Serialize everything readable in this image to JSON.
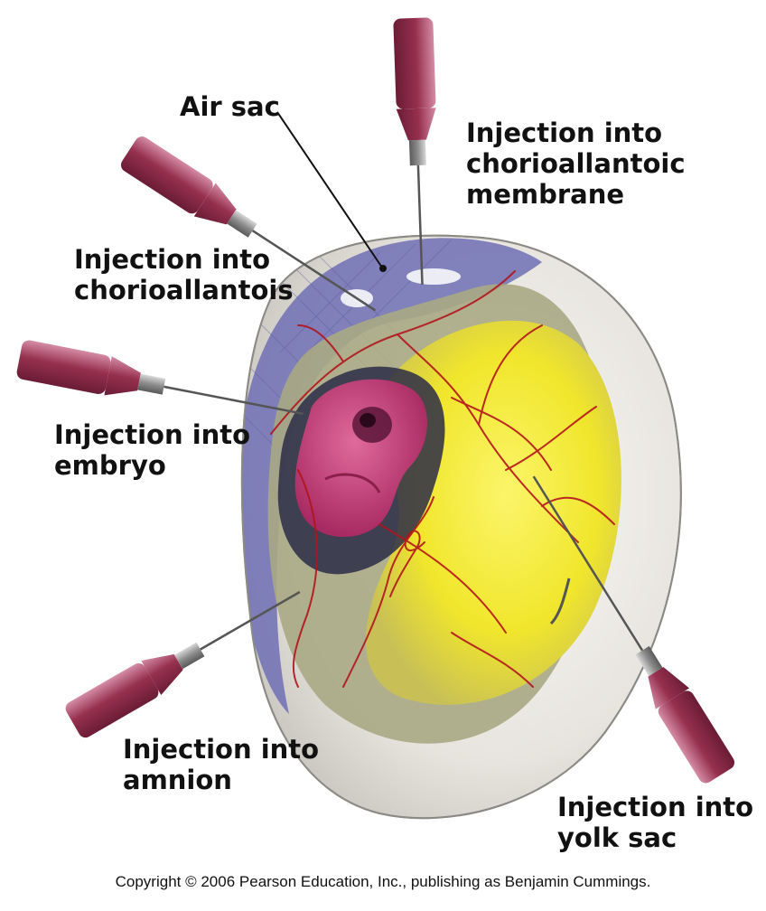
{
  "labels": {
    "air_sac": "Air sac",
    "cam_line1": "Injection into",
    "cam_line2": "chorioallantoic",
    "cam_line3": "membrane",
    "chorioallantois_line1": "Injection into",
    "chorioallantois_line2": "chorioallantois",
    "embryo_line1": "Injection into",
    "embryo_line2": "embryo",
    "amnion_line1": "Injection into",
    "amnion_line2": "amnion",
    "yolk_line1": "Injection into",
    "yolk_line2": "yolk sac"
  },
  "copyright": "Copyright © 2006 Pearson Education, Inc., publishing as Benjamin Cummings.",
  "colors": {
    "shell": "#ece9e3",
    "air_sac": "#6f6fb4",
    "yolk": "#f3ec30",
    "albumen": "#a9a884",
    "embryo": "#c93b78",
    "blood_vessels": "#b2141c",
    "syringe_barrel": "#8c2c48"
  }
}
